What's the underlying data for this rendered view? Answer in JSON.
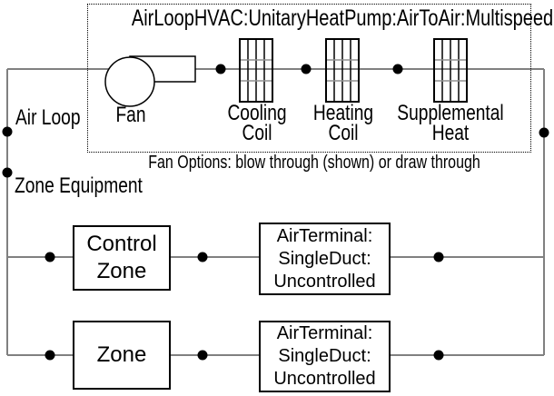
{
  "colors": {
    "background": "#ffffff",
    "flow_line": "#808080",
    "coil_fin_line": "#909090",
    "outline": "#000000",
    "text": "#000000"
  },
  "unitary_system": {
    "title": "AirLoopHVAC:UnitaryHeatPump:AirToAir:Multispeed",
    "fan_label": "Fan",
    "cooling_coil": {
      "lines": [
        "Cooling",
        "Coil"
      ]
    },
    "heating_coil": {
      "lines": [
        "Heating",
        "Coil"
      ]
    },
    "supplemental_heat": {
      "lines": [
        "Supplemental",
        "Heat"
      ]
    },
    "fan_options_note": "Fan Options: blow through (shown) or draw through"
  },
  "air_loop_label": "Air Loop",
  "zone_equipment": {
    "label": "Zone Equipment",
    "rows": [
      {
        "zone_lines": [
          "Control",
          "Zone"
        ],
        "terminal_lines": [
          "AirTerminal:",
          "SingleDuct:",
          "Uncontrolled"
        ]
      },
      {
        "zone_lines": [
          "Zone"
        ],
        "terminal_lines": [
          "AirTerminal:",
          "SingleDuct:",
          "Uncontrolled"
        ]
      }
    ]
  }
}
